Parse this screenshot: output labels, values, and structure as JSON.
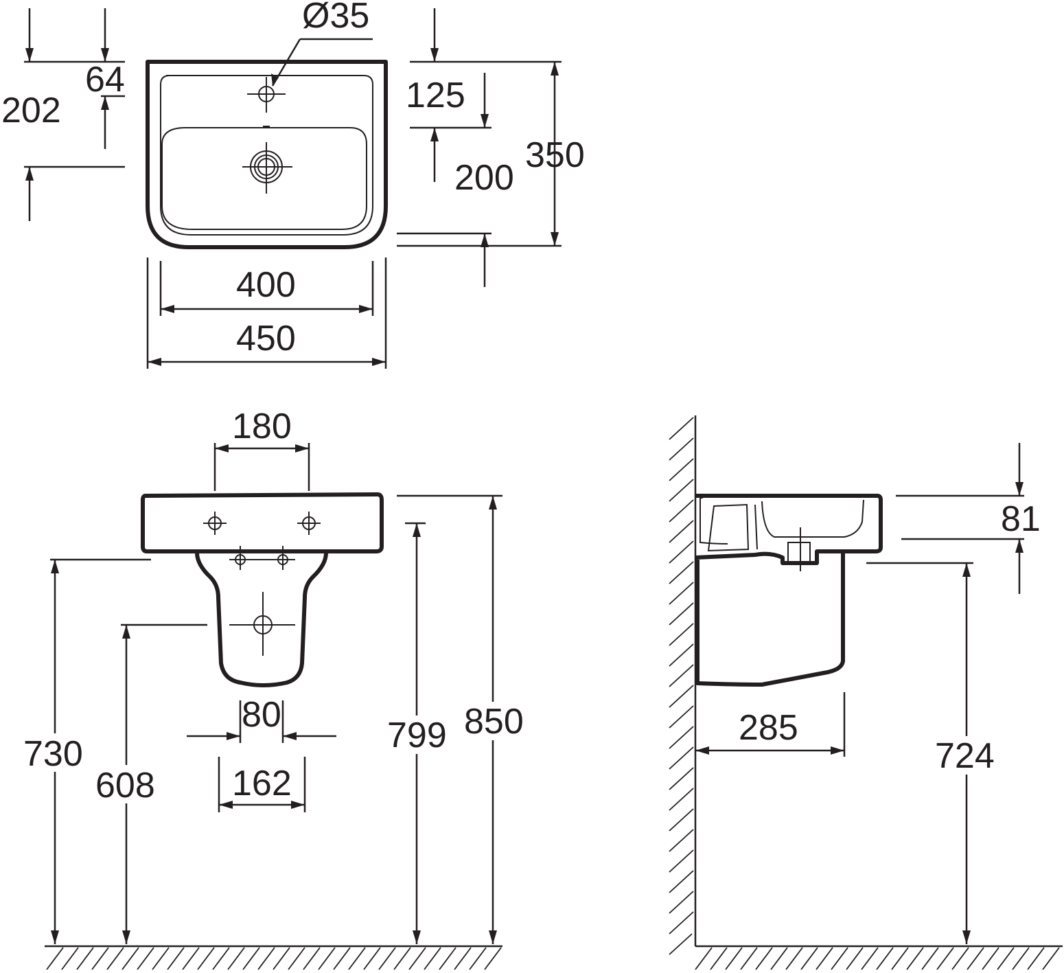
{
  "drawing": {
    "top_view": {
      "tap_hole_diameter": "Ø35",
      "top_to_tap_hole": "64",
      "top_to_bowl_edge": "202",
      "tap_to_drain": "125",
      "drain_to_front": "200",
      "basin_depth": "350",
      "inner_width": "400",
      "overall_width": "450"
    },
    "front_view": {
      "fixing_hole_spacing": "180",
      "pedestal_hole_spacing": "80",
      "pedestal_width": "162",
      "pedestal_bottom_height": "730",
      "waste_height": "608",
      "basin_underside_height": "799",
      "basin_rim_height": "850"
    },
    "side_view": {
      "projection_from_wall": "285",
      "rim_thickness": "81",
      "pedestal_top_height": "724"
    }
  }
}
